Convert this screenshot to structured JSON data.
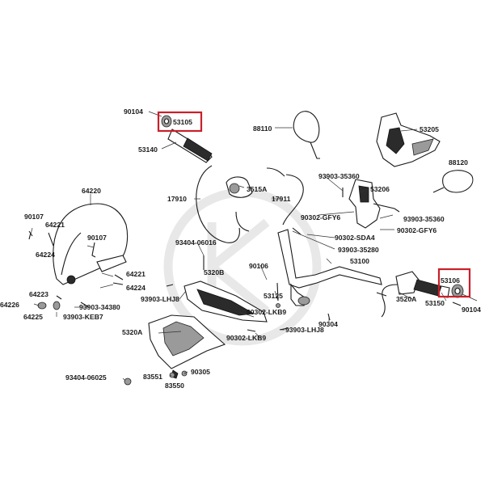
{
  "highlight_color": "#c8202a",
  "labels": {
    "p90104_top": "90104",
    "p53105": "53105",
    "p53140": "53140",
    "p88110": "88110",
    "p53205": "53205",
    "p88120": "88120",
    "p64220": "64220",
    "p17910": "17910",
    "p3515a": "3515A",
    "p93903_35360a": "93903-35360",
    "p53206": "53206",
    "p17911": "17911",
    "p90302_gfy6a": "90302-GFY6",
    "p93903_35360b": "93903-35360",
    "p90302_gfy6b": "90302-GFY6",
    "p90107a": "90107",
    "p64221a": "64221",
    "p64224a": "64224",
    "p90107b": "90107",
    "p93404_06016": "93404-06016",
    "p90302_sda4": "90302-SDA4",
    "p93903_35280": "93903-35280",
    "p53100": "53100",
    "p5320b": "5320B",
    "p90106": "90106",
    "p64221b": "64221",
    "p64224b": "64224",
    "p53106": "53106",
    "p64223": "64223",
    "p93903_lhj8a": "93903-LHJ8",
    "p64226": "64226",
    "p93903_34380": "93903-34380",
    "p64225": "64225",
    "p93903_keb7": "93903-KEB7",
    "p3520a": "3520A",
    "p53150": "53150",
    "p90104_right": "90104",
    "p90302_lkb9a": "90302-LKB9",
    "p53125": "53125",
    "p90304": "90304",
    "p5320a": "5320A",
    "p93903_lhj8b": "93903-LHJ8",
    "p90302_lkb9b": "90302-LKB9",
    "p90305": "90305",
    "p93404_06025": "93404-06025",
    "p83551": "83551",
    "p83550": "83550"
  }
}
